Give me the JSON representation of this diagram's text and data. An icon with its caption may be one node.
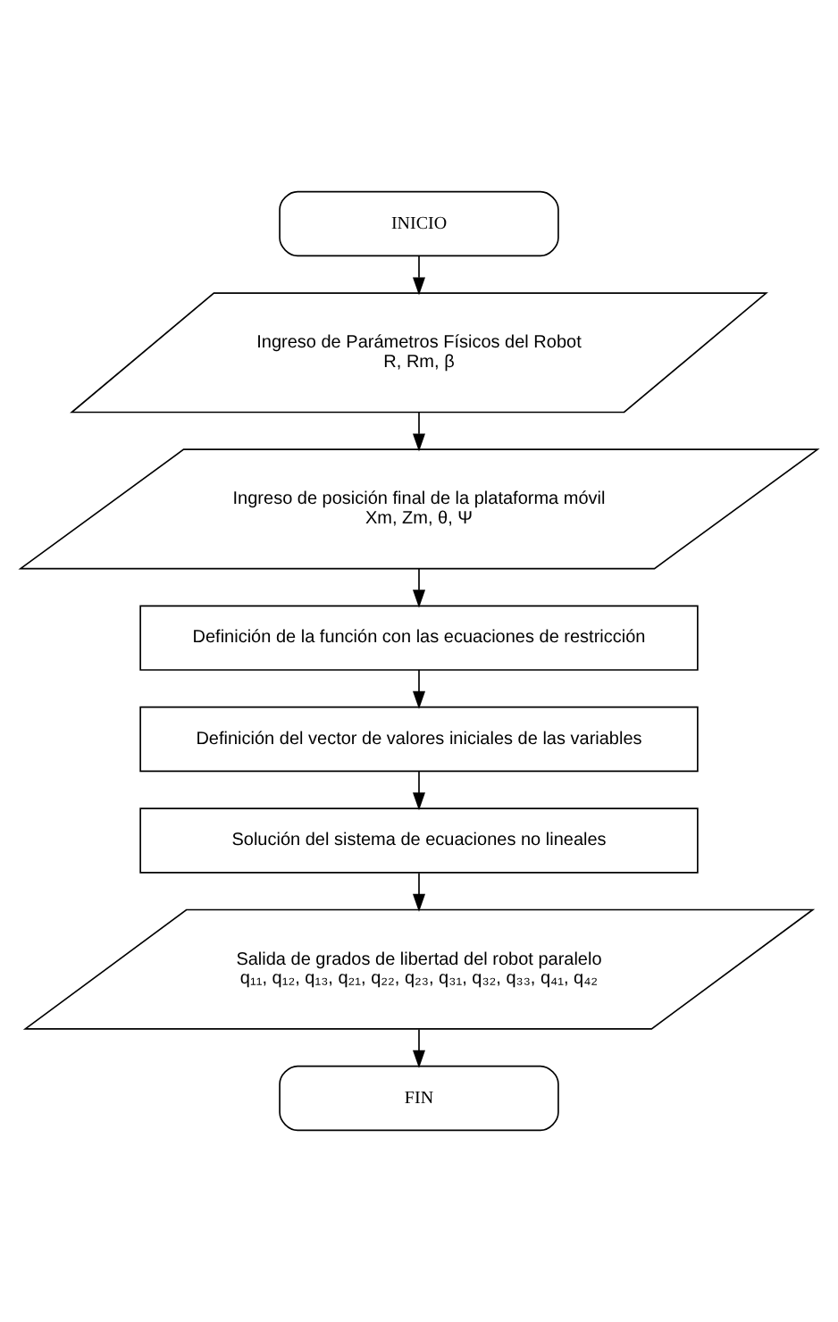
{
  "diagram": {
    "nodes": [
      {
        "text": [
          "INICIO"
        ]
      },
      {
        "text": [
          "Ingreso de Parámetros Físicos del Robot",
          "R, Rm, β"
        ]
      },
      {
        "text": [
          "Ingreso de posición final de la plataforma móvil",
          "Xm, Zm, θ, Ψ"
        ]
      },
      {
        "text": [
          "Definición de la función con las ecuaciones de restricción"
        ]
      },
      {
        "text": [
          "Definición del vector de valores iniciales de las variables"
        ]
      },
      {
        "text": [
          "Solución del sistema de ecuaciones no lineales"
        ]
      },
      {
        "text": [
          "Salida de grados de libertad del robot paralelo",
          "q₁₁, q₁₂, q₁₃, q₂₁, q₂₂, q₂₃, q₃₁, q₃₂, q₃₃, q₄₁, q₄₂"
        ]
      },
      {
        "text": [
          "FIN"
        ]
      }
    ],
    "edges": [
      {
        "from": 0,
        "to": 1,
        "arrow": "to"
      },
      {
        "from": 1,
        "to": 2,
        "arrow": "to"
      },
      {
        "from": 2,
        "to": 3,
        "arrow": "to"
      },
      {
        "from": 3,
        "to": 4,
        "arrow": "to"
      },
      {
        "from": 4,
        "to": 5,
        "arrow": "to"
      },
      {
        "from": 5,
        "to": 6,
        "arrow": "to"
      },
      {
        "from": 6,
        "to": 7,
        "arrow": "to"
      }
    ]
  }
}
